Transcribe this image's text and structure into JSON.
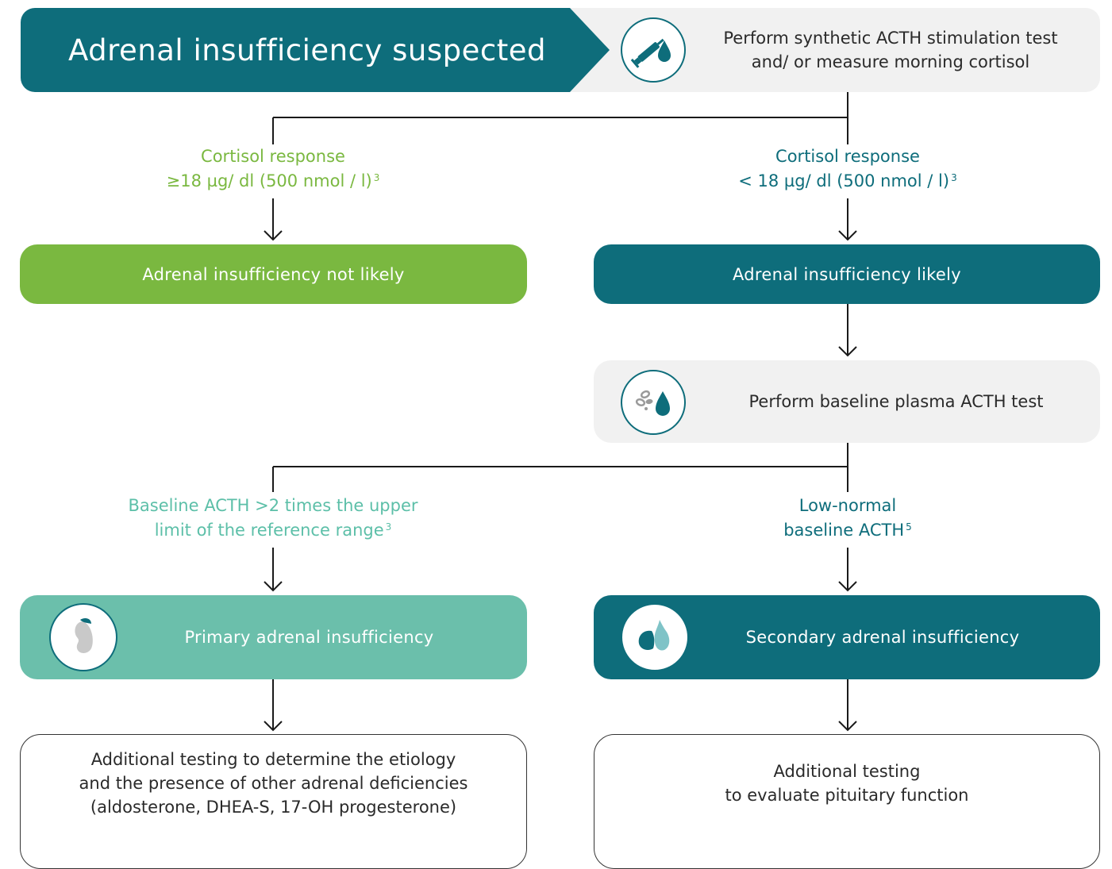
{
  "header": {
    "title": "Adrenal insufficiency suspected",
    "test_line1": "Perform synthetic ACTH stimulation test",
    "test_line2": "and/ or measure morning cortisol",
    "icon": "syringe-drop-icon"
  },
  "branch1": {
    "left": {
      "label_line1": "Cortisol response",
      "label_line2": "≥18 µg/ dl (500 nmol / l)",
      "label_ref": "3",
      "box": "Adrenal insufficiency not likely",
      "color": "#7ab840"
    },
    "right": {
      "label_line1": "Cortisol response",
      "label_line2": "< 18 µg/ dl (500 nmol / l)",
      "label_ref": "3",
      "box": "Adrenal insufficiency likely",
      "color": "#0e6d7b"
    }
  },
  "baseline": {
    "text": "Perform baseline plasma ACTH test",
    "icon": "cells-drop-icon",
    "background": "#f1f1f1"
  },
  "branch2": {
    "left": {
      "label_line1": "Baseline ACTH >2 times the upper",
      "label_line2": "limit of the reference range",
      "label_ref": "3",
      "box": "Primary adrenal insufficiency",
      "icon": "kidney-adrenal-icon",
      "color": "#6bbfab",
      "text_color": "#5cbfa8"
    },
    "right": {
      "label_line1": "Low-normal",
      "label_line2": "baseline ACTH",
      "label_ref": "5",
      "box": "Secondary adrenal insufficiency",
      "icon": "pituitary-gland-icon",
      "color": "#0e6d7b"
    }
  },
  "outcomes": {
    "left_line1": "Additional testing to determine the etiology",
    "left_line2": "and the presence of other adrenal deficiencies",
    "left_line3": "(aldosterone, DHEA-S, 17-OH progesterone)",
    "right_line1": "Additional testing",
    "right_line2": "to evaluate pituitary function"
  }
}
